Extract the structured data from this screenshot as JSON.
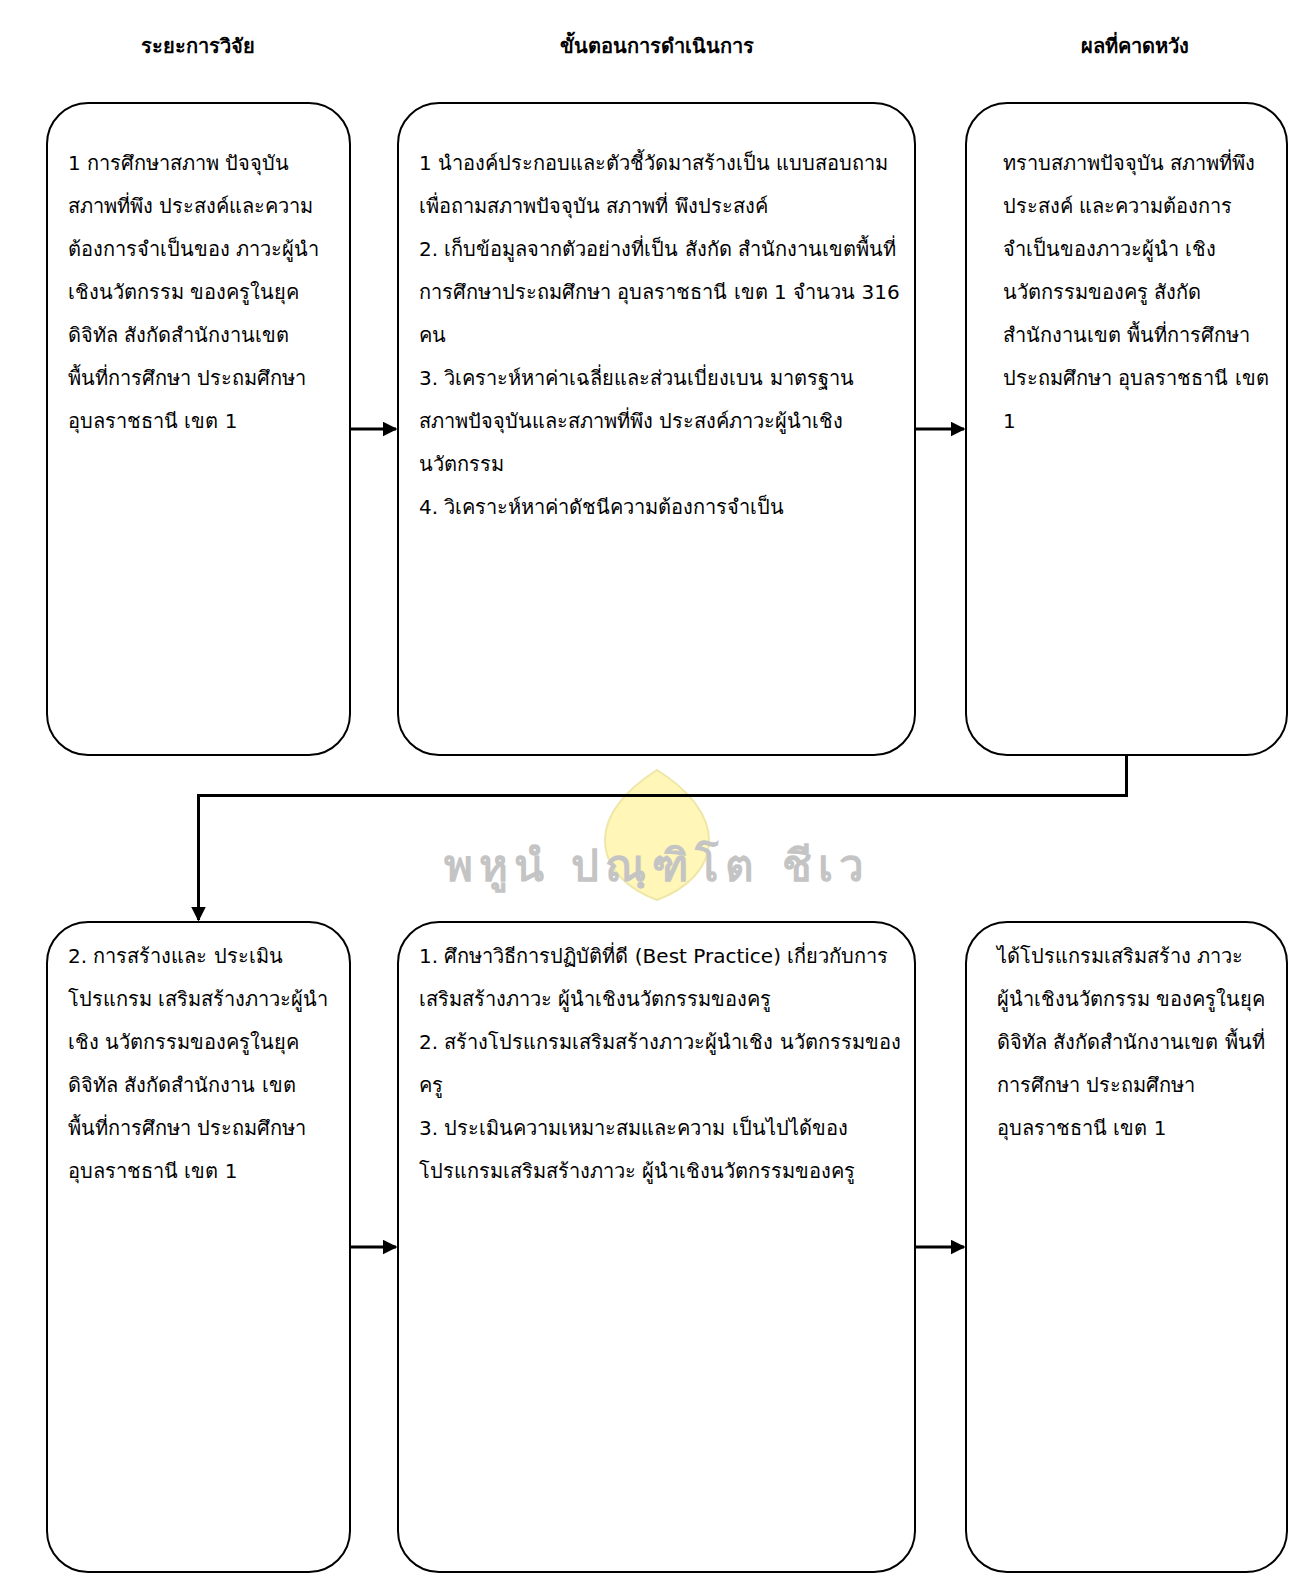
{
  "diagram": {
    "nodes": [
      {
        "text": [
          "1 การศึกษาสภาพ ปัจจุบัน สภาพที่พึง ประสงค์และความ ต้องการจำเป็นของ ภาวะผู้นำเชิงนวัตกรรม ของครูในยุคดิจิทัล สังกัดสำนักงานเขต พื้นที่การศึกษา ประถมศึกษา อุบลราชธานี เขต 1"
        ]
      },
      {
        "text": [
          "1 นำองค์ประกอบและตัวชี้วัดมาสร้างเป็น แบบสอบถามเพื่อถามสภาพปัจจุบัน สภาพที่ พึงประสงค์",
          "2. เก็บข้อมูลจากตัวอย่างที่เป็น สังกัด สำนักงานเขตพื้นที่การศึกษาประถมศึกษา อุบลราชธานี เขต 1 จำนวน 316 คน",
          "3. วิเคราะห์หาค่าเฉลี่ยและส่วนเบี่ยงเบน มาตรฐาน สภาพปัจจุบันและสภาพที่พึง ประสงค์ภาวะผู้นำเชิงนวัตกรรม",
          "4. วิเคราะห์หาค่าดัชนีความต้องการจำเป็น"
        ]
      },
      {
        "text": [
          "ทราบสภาพปัจจุบัน สภาพที่พึงประสงค์ และความต้องการ จำเป็นของภาวะผู้นำ เชิงนวัตกรรมของครู สังกัดสำนักงานเขต พื้นที่การศึกษา ประถมศึกษา อุบลราชธานี เขต 1"
        ]
      },
      {
        "text": [
          "2. การสร้างและ ประเมินโปรแกรม เสริมสร้างภาวะผู้นำเชิง นวัตกรรมของครูในยุค ดิจิทัล สังกัดสำนักงาน เขตพื้นที่การศึกษา ประถมศึกษา อุบลราชธานี เขต 1"
        ]
      },
      {
        "text": [
          "1. ศึกษาวิธีการปฏิบัติที่ดี (Best Practice) เกี่ยวกับการเสริมสร้างภาวะ ผู้นำเชิงนวัตกรรมของครู",
          "2. สร้างโปรแกรมเสริมสร้างภาวะผู้นำเชิง นวัตกรรมของครู",
          "3. ประเมินความเหมาะสมและความ เป็นไปได้ของโปรแกรมเสริมสร้างภาวะ ผู้นำเชิงนวัตกรรมของครู"
        ]
      },
      {
        "text": [
          "ได้โปรแกรมเสริมสร้าง ภาวะผู้นำเชิงนวัตกรรม ของครูในยุคดิจิทัล สังกัดสำนักงานเขต พื้นที่การศึกษา ประถมศึกษา อุบลราชธานี เขต 1"
        ]
      }
    ],
    "edges": [
      {
        "from": 0,
        "to": 1,
        "arrow": "to"
      },
      {
        "from": 1,
        "to": 2,
        "arrow": "to"
      },
      {
        "from": 2,
        "to": 3,
        "arrow": "to"
      },
      {
        "from": 3,
        "to": 4,
        "arrow": "to"
      },
      {
        "from": 4,
        "to": 5,
        "arrow": "to"
      }
    ],
    "labels": [
      "ระยะการวิจัย",
      "ขั้นตอนการดำเนินการ",
      "ผลที่คาดหวัง",
      "พหูนํ ปณฺฑิโต ชีเว"
    ]
  }
}
